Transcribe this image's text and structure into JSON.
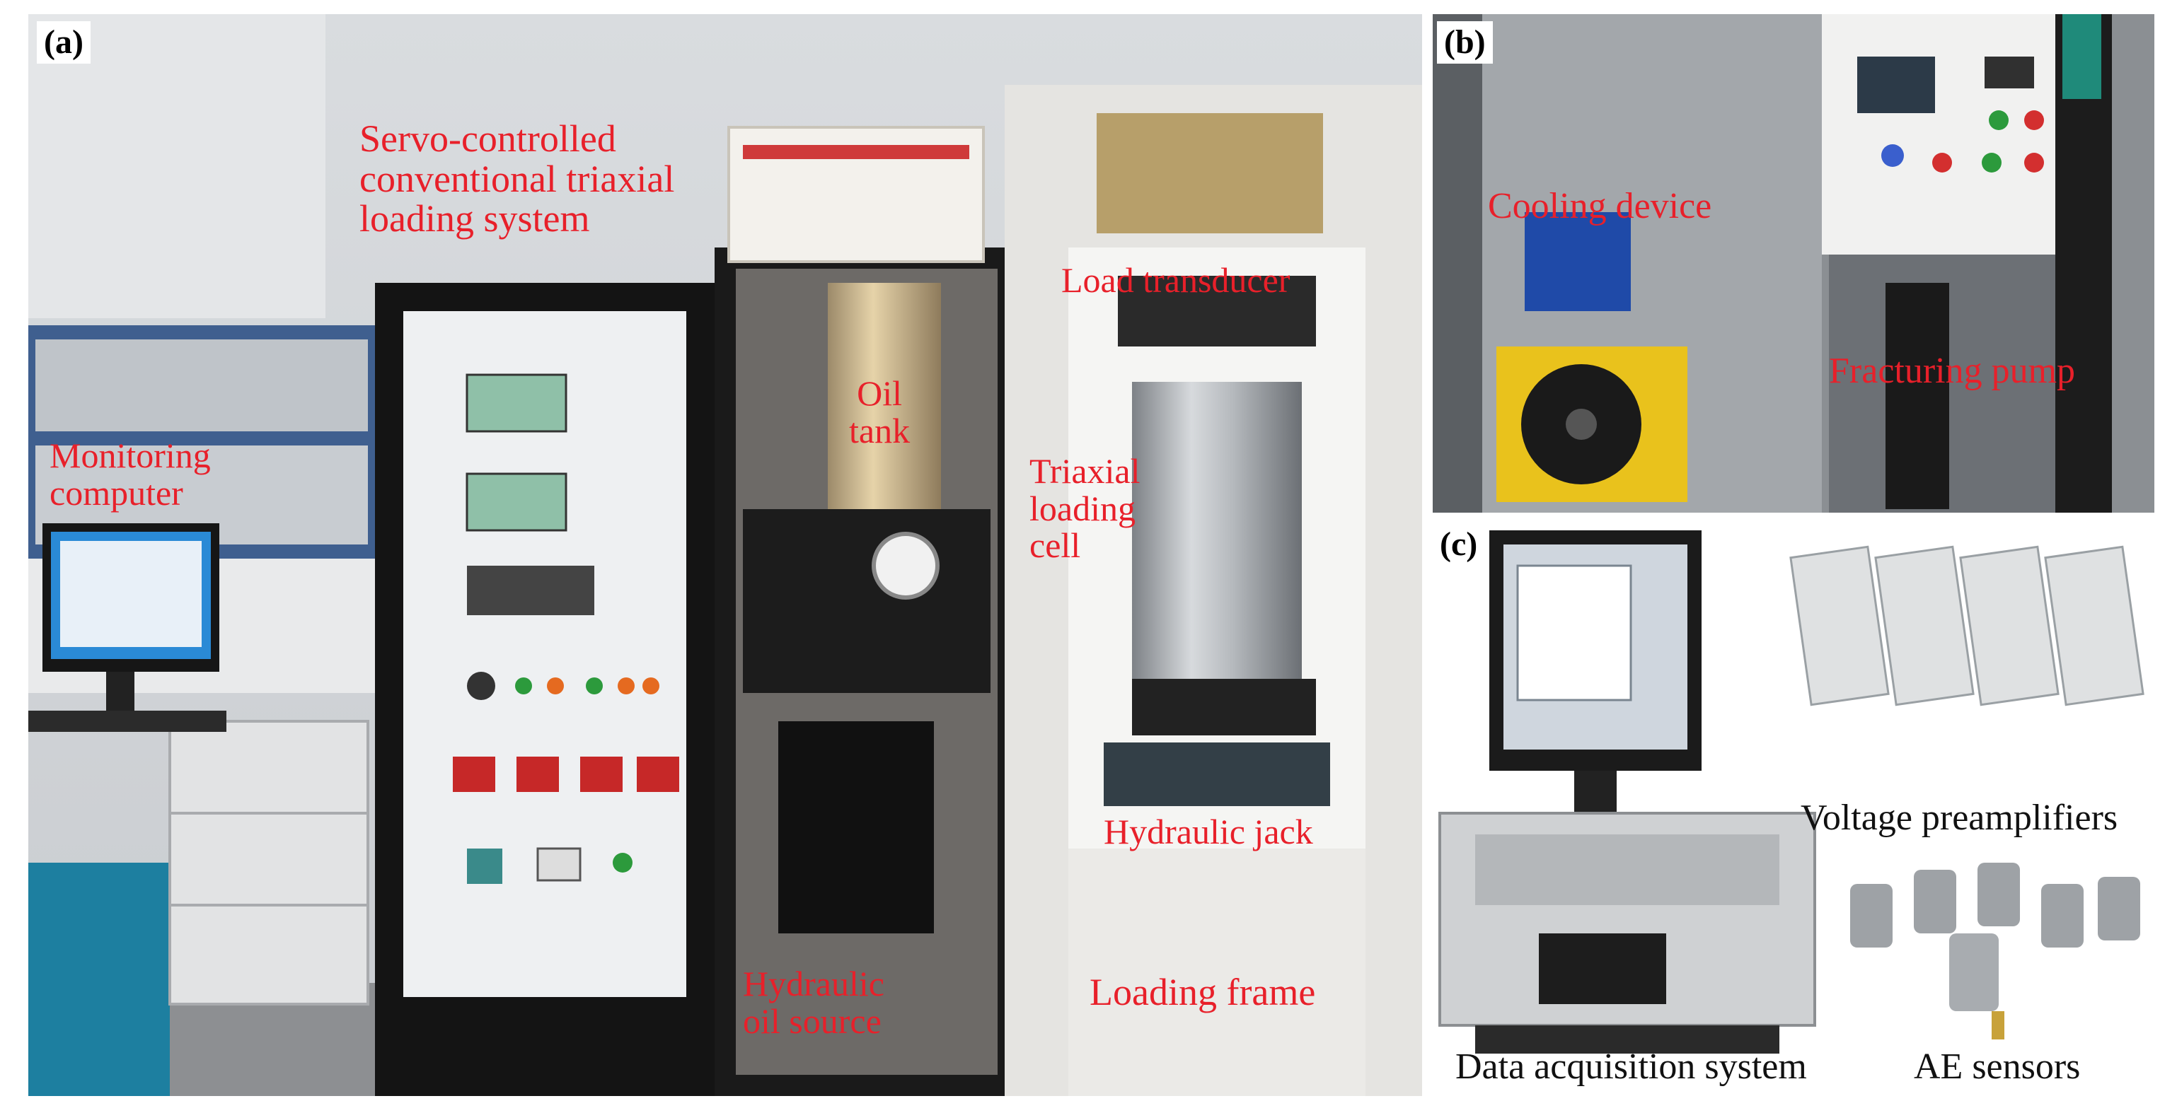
{
  "panels": {
    "a": {
      "tag": "(a)",
      "labels": {
        "loading_system": "Servo-controlled\nconventional triaxial\nloading system",
        "monitoring_computer": "Monitoring\ncomputer",
        "oil_tank": "Oil\ntank",
        "load_transducer": "Load transducer",
        "triaxial_cell": "Triaxial\nloading\ncell",
        "hydraulic_jack": "Hydraulic jack",
        "hydraulic_oil_source": "Hydraulic\noil source",
        "loading_frame": "Loading frame"
      }
    },
    "b": {
      "tag": "(b)",
      "labels": {
        "cooling_device": "Cooling device",
        "fracturing_pump": "Fracturing pump"
      }
    },
    "c": {
      "tag": "(c)",
      "labels": {
        "voltage_preamplifiers": "Voltage preamplifiers",
        "data_acquisition": "Data acquisition system",
        "ae_sensors": "AE sensors"
      }
    }
  },
  "colors": {
    "label_red": "#e8202a",
    "label_dark": "#111111"
  }
}
